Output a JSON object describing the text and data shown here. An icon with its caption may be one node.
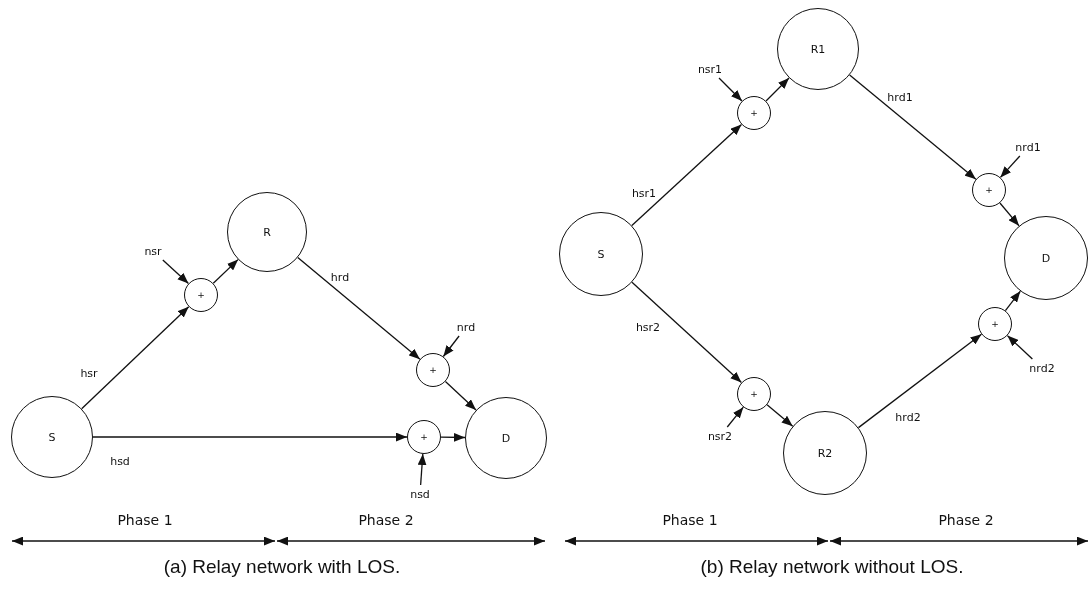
{
  "diagram": {
    "nodes": [
      {
        "text": [
          "R"
        ]
      },
      {
        "text": [
          "nsr"
        ]
      },
      {
        "text": [
          "+"
        ]
      },
      {
        "text": [
          "nrd"
        ]
      },
      {
        "text": [
          "+"
        ]
      },
      {
        "text": [
          "S"
        ]
      },
      {
        "text": [
          "+"
        ]
      },
      {
        "text": [
          "D"
        ]
      },
      {
        "text": [
          "nsd"
        ]
      },
      {
        "text": [
          "R1"
        ]
      },
      {
        "text": [
          "nsr1"
        ]
      },
      {
        "text": [
          "+"
        ]
      },
      {
        "text": [
          "nrd1"
        ]
      },
      {
        "text": [
          "+"
        ]
      },
      {
        "text": [
          "S"
        ]
      },
      {
        "text": [
          "D"
        ]
      },
      {
        "text": [
          "+"
        ]
      },
      {
        "text": [
          "+"
        ]
      },
      {
        "text": [
          "nrd2"
        ]
      },
      {
        "text": [
          "nsr2"
        ]
      },
      {
        "text": [
          "R2"
        ]
      }
    ],
    "edges": [
      {
        "from": 5,
        "to": 2,
        "arrow": "to",
        "label": "hsr"
      },
      {
        "from": 1,
        "to": 2,
        "arrow": "to"
      },
      {
        "from": 2,
        "to": 0,
        "arrow": "to"
      },
      {
        "from": 0,
        "to": 4,
        "arrow": "to",
        "label": "hrd"
      },
      {
        "from": 3,
        "to": 4,
        "arrow": "to"
      },
      {
        "from": 4,
        "to": 7,
        "arrow": "to"
      },
      {
        "from": 5,
        "to": 6,
        "arrow": "to",
        "label": "hsd"
      },
      {
        "from": 8,
        "to": 6,
        "arrow": "to"
      },
      {
        "from": 6,
        "to": 7,
        "arrow": "to"
      },
      {
        "from": 14,
        "to": 11,
        "arrow": "to",
        "label": "hsr1"
      },
      {
        "from": 10,
        "to": 11,
        "arrow": "to"
      },
      {
        "from": 11,
        "to": 9,
        "arrow": "to"
      },
      {
        "from": 9,
        "to": 13,
        "arrow": "to",
        "label": "hrd1"
      },
      {
        "from": 12,
        "to": 13,
        "arrow": "to"
      },
      {
        "from": 13,
        "to": 15,
        "arrow": "to"
      },
      {
        "from": 14,
        "to": 17,
        "arrow": "to",
        "label": "hsr2"
      },
      {
        "from": 19,
        "to": 17,
        "arrow": "to"
      },
      {
        "from": 17,
        "to": 20,
        "arrow": "to"
      },
      {
        "from": 20,
        "to": 16,
        "arrow": "to",
        "label": "hrd2"
      },
      {
        "from": 18,
        "to": 16,
        "arrow": "to"
      },
      {
        "from": 16,
        "to": 15,
        "arrow": "to"
      }
    ],
    "labels": [
      "Phase 1",
      "Phase 2",
      "Phase 1",
      "Phase 2",
      "(a) Relay network with LOS.",
      "(b) Relay network without LOS."
    ]
  }
}
